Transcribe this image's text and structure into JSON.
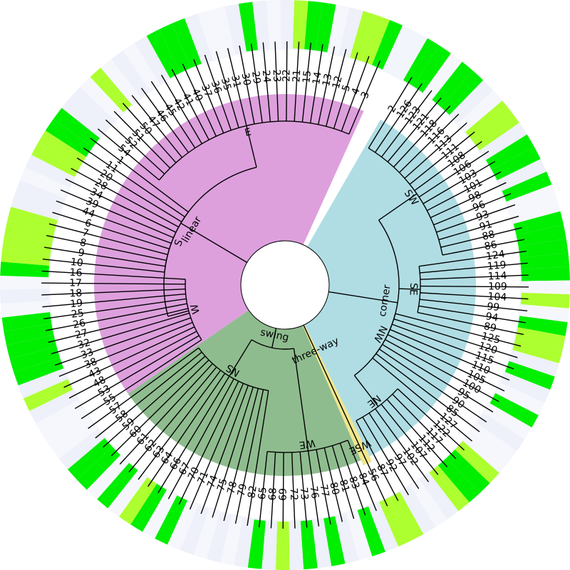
{
  "clades": [
    {
      "name": "corner",
      "subclades": [
        {
          "name": "SW",
          "leaves": [
            "2",
            "126",
            "123",
            "121",
            "118",
            "116",
            "113",
            "111",
            "108",
            "106",
            "103",
            "101",
            "98",
            "96",
            "93",
            "91",
            "88",
            "86"
          ]
        },
        {
          "name": "SE",
          "leaves": [
            "124",
            "119",
            "114",
            "109",
            "104",
            "99",
            "94",
            "89"
          ]
        },
        {
          "name": "NW",
          "leaves": [
            "125",
            "120",
            "115",
            "110",
            "105",
            "100",
            "95",
            "90",
            "85",
            "127"
          ]
        },
        {
          "name": "NE",
          "leaves": [
            "122",
            "117",
            "112",
            "107",
            "102",
            "97",
            "92",
            "87"
          ]
        }
      ]
    },
    {
      "name": "three-way",
      "subclades": [
        {
          "name": "WSE",
          "leaves": [
            "56"
          ]
        }
      ]
    },
    {
      "name": "swing",
      "subclades": [
        {
          "name": "WE",
          "leaves": [
            "84",
            "83",
            "81",
            "80",
            "77",
            "76",
            "73",
            "72",
            "69",
            "68",
            "65"
          ]
        },
        {
          "name": "NS",
          "leaves": [
            "82",
            "79",
            "78",
            "75",
            "74",
            "71",
            "70",
            "67",
            "66",
            "64",
            "63",
            "62",
            "61",
            "60",
            "59",
            "58",
            "57"
          ]
        }
      ]
    },
    {
      "name": "linear",
      "subclades": [
        {
          "name": "W",
          "leaves": [
            "55",
            "53",
            "48",
            "43",
            "38",
            "33",
            "32",
            "27",
            "26",
            "25",
            "19",
            "18",
            "17",
            "16"
          ]
        },
        {
          "name": "S",
          "leaves": [
            "10",
            "9",
            "8",
            "7",
            "6",
            "44",
            "39",
            "34",
            "28",
            "20",
            "11",
            "1"
          ]
        },
        {
          "name": "E",
          "leaves": [
            "54",
            "52",
            "51",
            "50",
            "47",
            "46",
            "45",
            "42",
            "41",
            "40",
            "37",
            "36",
            "35",
            "31",
            "30",
            "29",
            "24",
            "23",
            "22",
            "21",
            "15",
            "14",
            "13",
            "12",
            "5",
            "4",
            "3"
          ]
        }
      ]
    }
  ],
  "colors": {
    "corner": "#b0dde4",
    "three-way": "#f0e68c",
    "swing": "#8fbc8f",
    "linear": "#dda0dd",
    "strong": "#00ee00",
    "light": "#adff2f",
    "ring": "#f3f5fc"
  },
  "leaf_marks": {
    "2": "strong",
    "126": "strong",
    "121": "strong",
    "118": "strong",
    "111": "light",
    "108": "light",
    "103": "strong",
    "101": "strong",
    "96": "strong",
    "88": "strong",
    "86": "strong",
    "124": "strong",
    "119": "strong",
    "114": "strong",
    "104": "light",
    "94": "strong",
    "89": "light",
    "125": "light",
    "115": "strong",
    "100": "strong",
    "122": "light",
    "117": "strong",
    "112": "strong",
    "107": "light",
    "87": "light",
    "56": "light",
    "83": "strong",
    "77": "strong",
    "73": "strong",
    "69": "light",
    "65": "strong",
    "70": "strong",
    "66": "strong",
    "64": "light",
    "62": "strong",
    "60": "strong",
    "59": "strong",
    "43": "light",
    "33": "strong",
    "32": "strong",
    "27": "strong",
    "26": "strong",
    "25": "strong",
    "16": "strong",
    "10": "light",
    "9": "light",
    "8": "light",
    "7": "light",
    "28": "light",
    "20": "light",
    "11": "strong",
    "1": "strong",
    "50": "light",
    "41": "strong",
    "40": "strong",
    "37": "strong",
    "29": "strong",
    "21": "light",
    "15": "strong",
    "14": "strong",
    "5": "light",
    "4": "light",
    "3": "strong"
  }
}
